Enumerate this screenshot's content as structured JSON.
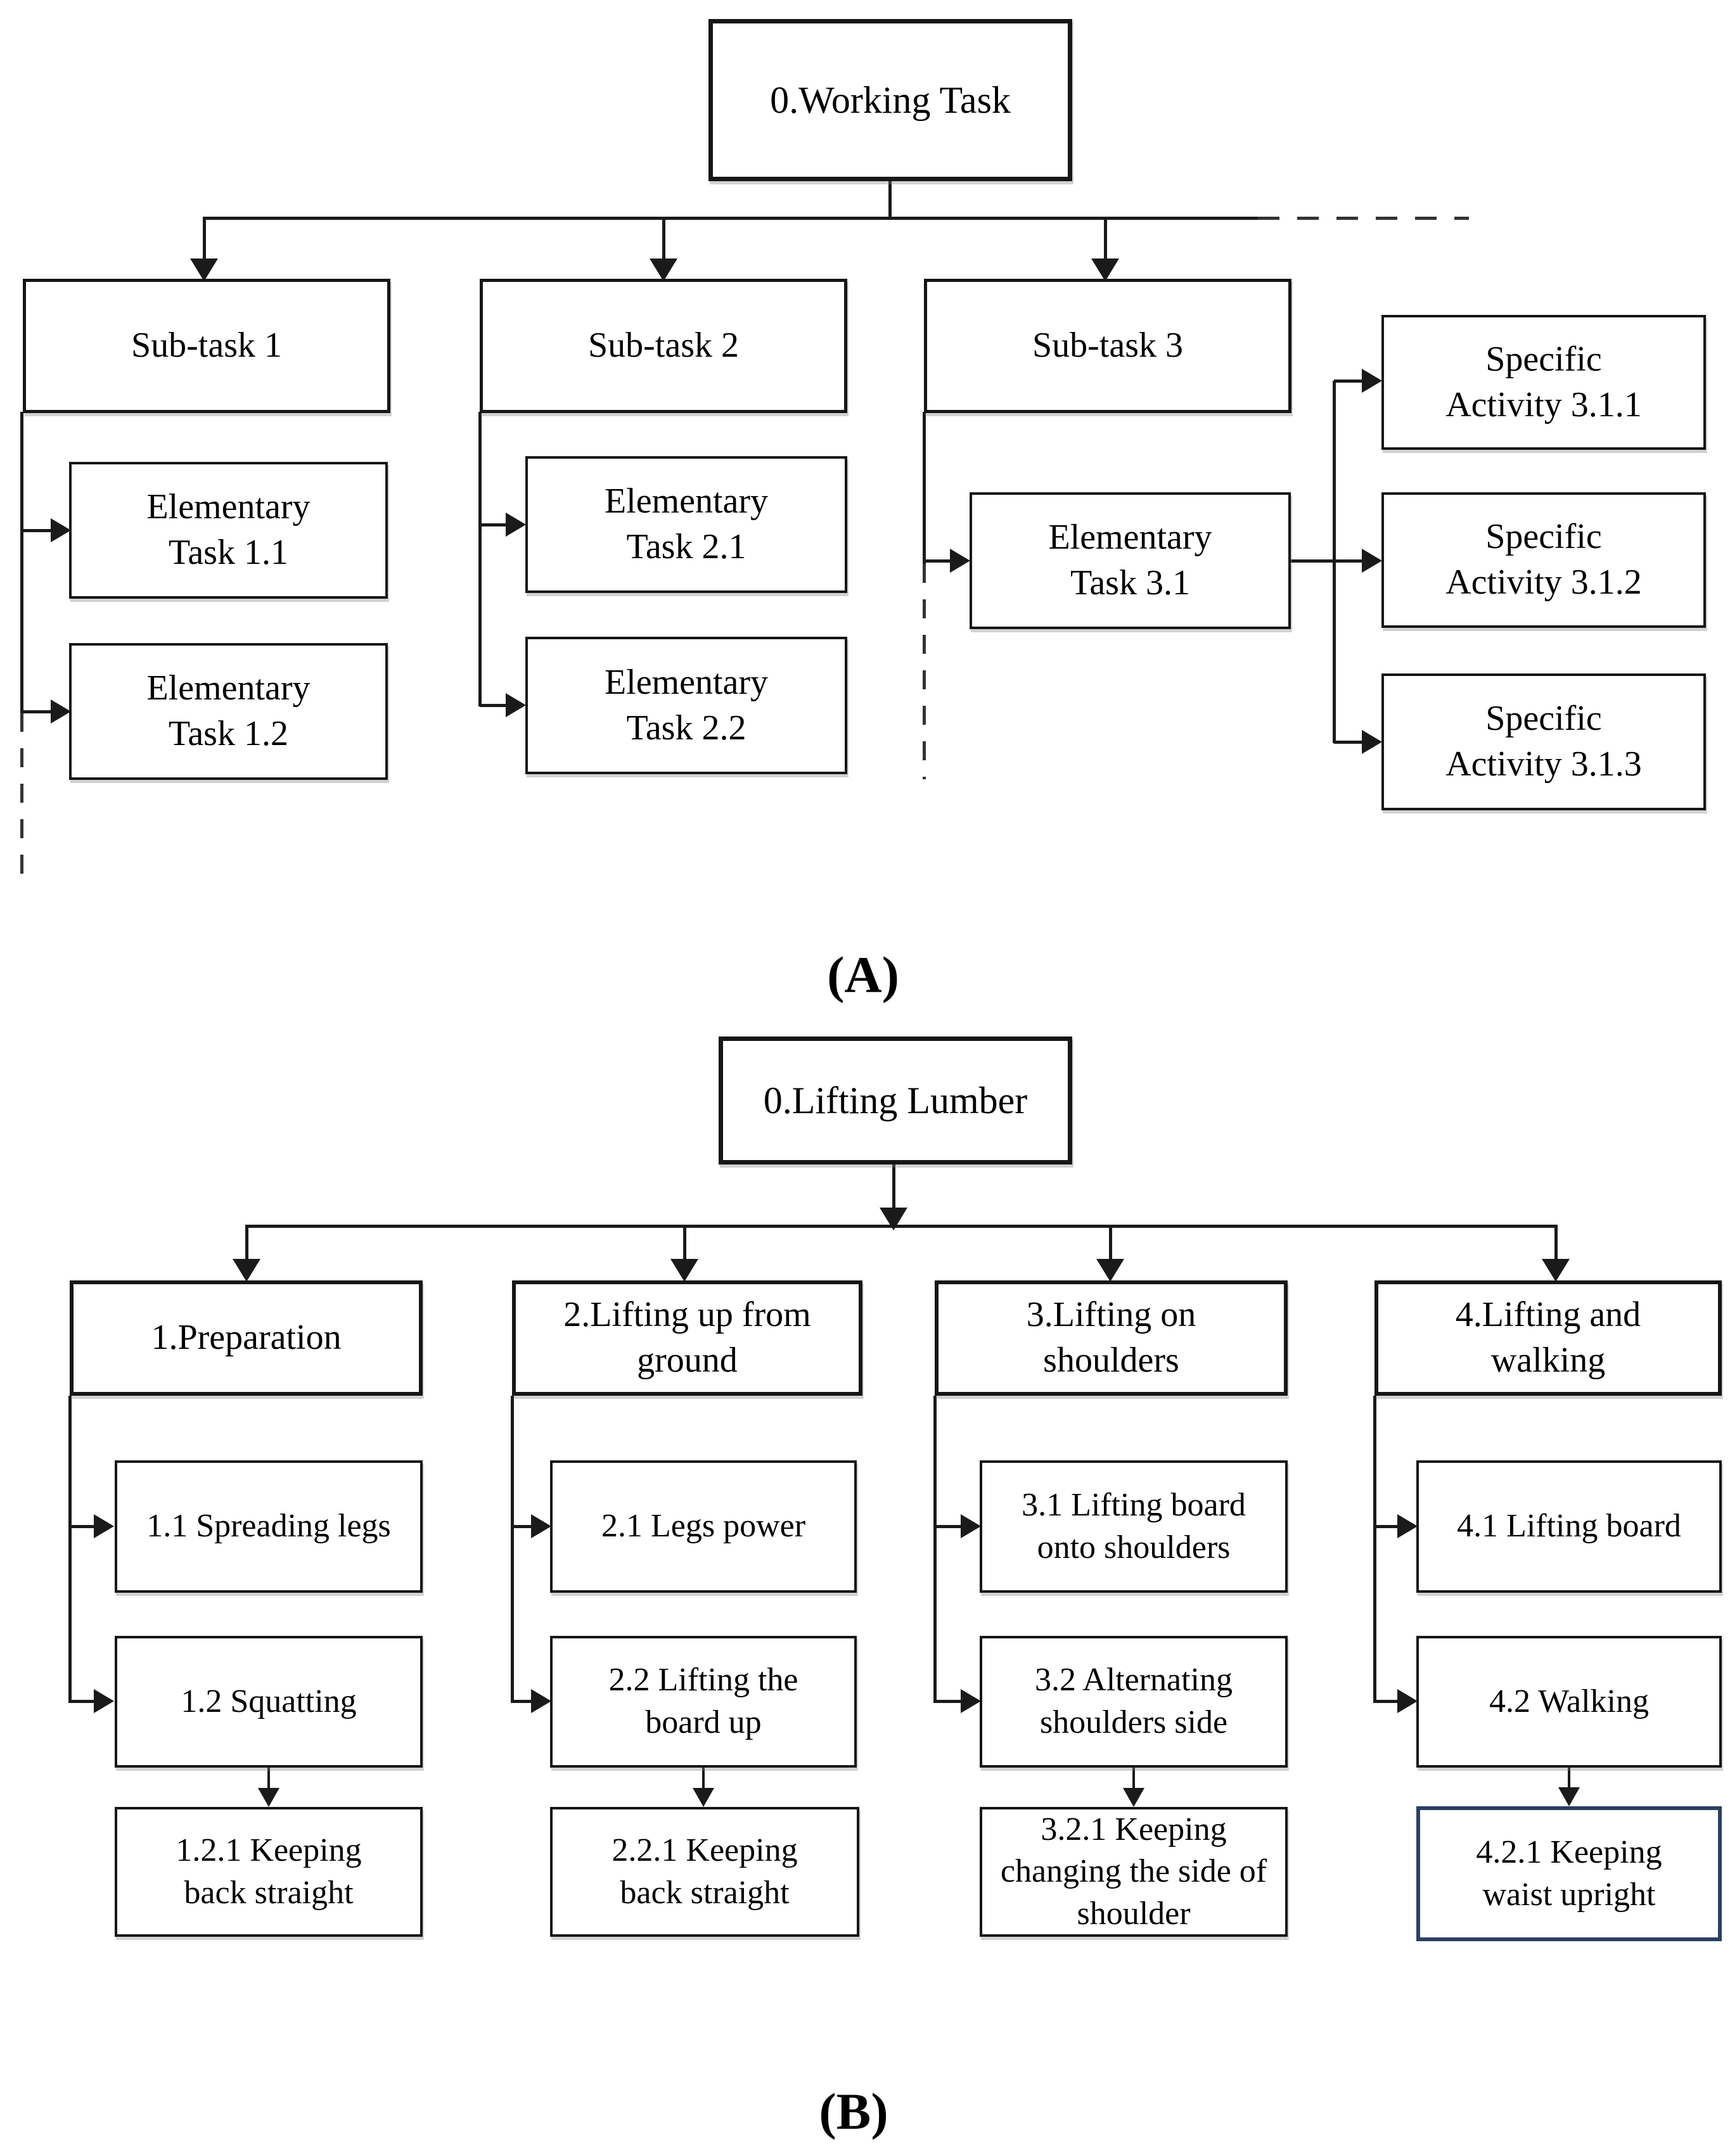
{
  "partA": {
    "caption": "(A)",
    "root": "0.Working Task",
    "columns": [
      {
        "subtask": "Sub-task 1",
        "children": [
          "Elementary\nTask 1.1",
          "Elementary\nTask 1.2"
        ]
      },
      {
        "subtask": "Sub-task 2",
        "children": [
          "Elementary\nTask 2.1",
          "Elementary\nTask 2.2"
        ]
      },
      {
        "subtask": "Sub-task 3",
        "children": [
          "Elementary\nTask 3.1"
        ],
        "grandchildren": [
          "Specific\nActivity 3.1.1",
          "Specific\nActivity 3.1.2",
          "Specific\nActivity 3.1.3"
        ]
      }
    ]
  },
  "partB": {
    "caption": "(B)",
    "root": "0.Lifting Lumber",
    "columns": [
      {
        "main": "1.Preparation",
        "sub1": "1.1 Spreading legs",
        "sub2": "1.2 Squatting",
        "leaf": "1.2.1 Keeping\nback straight"
      },
      {
        "main": "2.Lifting up from\nground",
        "sub1": "2.1 Legs power",
        "sub2": "2.2 Lifting the\nboard up",
        "leaf": "2.2.1 Keeping\nback straight"
      },
      {
        "main": "3.Lifting on\nshoulders",
        "sub1": "3.1 Lifting board\nonto shoulders",
        "sub2": "3.2 Alternating\nshoulders side",
        "leaf": "3.2.1 Keeping\nchanging the side of\nshoulder"
      },
      {
        "main": "4.Lifting and\nwalking",
        "sub1": "4.1 Lifting board",
        "sub2": "4.2 Walking",
        "leaf": "4.2.1 Keeping\nwaist upright"
      }
    ]
  },
  "colors": {
    "line": "#1a1a1a",
    "dashed_line": "#333333",
    "highlight_border": "#2b3f63"
  }
}
